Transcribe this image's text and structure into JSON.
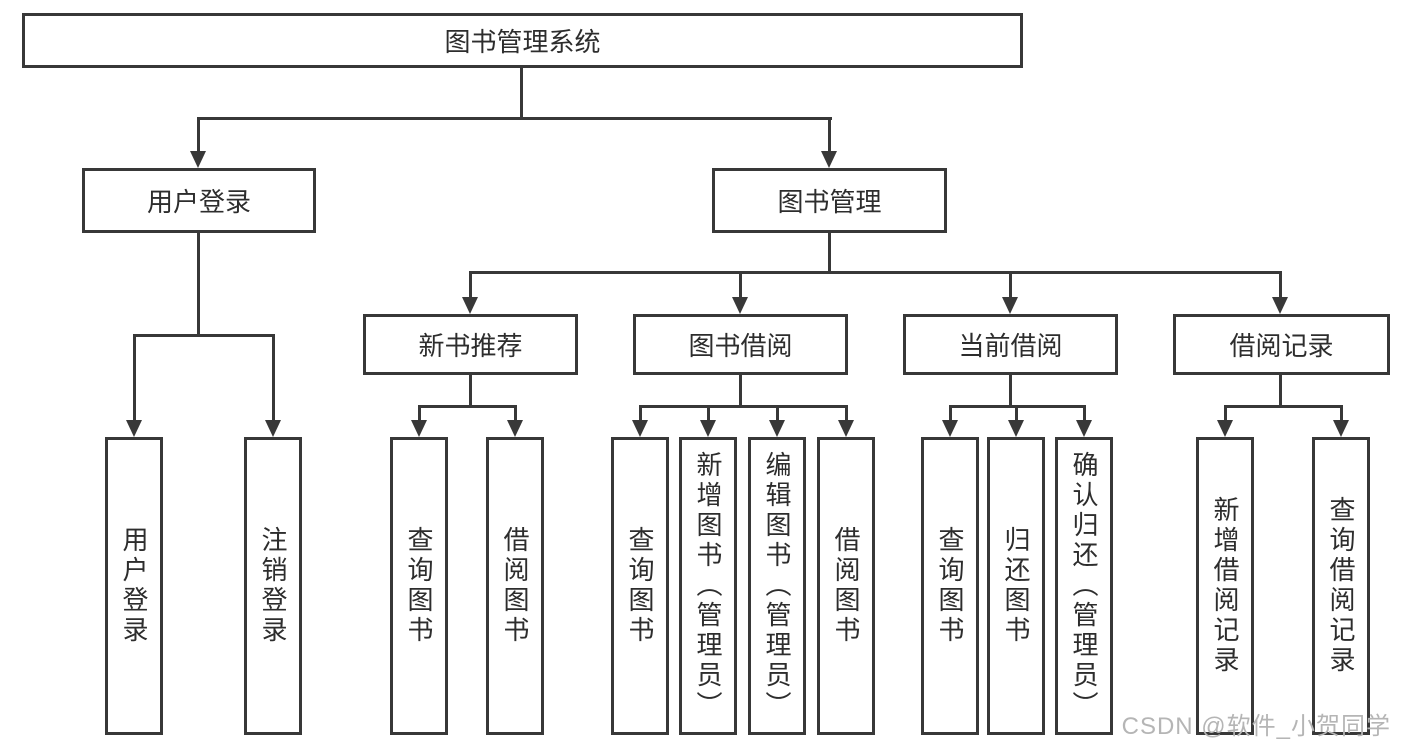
{
  "tree": {
    "root": {
      "label": "图书管理系统"
    },
    "children": [
      {
        "label": "用户登录",
        "children": [
          {
            "label": "用户登录"
          },
          {
            "label": "注销登录"
          }
        ]
      },
      {
        "label": "图书管理",
        "children": [
          {
            "label": "新书推荐",
            "children": [
              {
                "label": "查询图书"
              },
              {
                "label": "借阅图书"
              }
            ]
          },
          {
            "label": "图书借阅",
            "children": [
              {
                "label": "查询图书"
              },
              {
                "label": "新增图书（管理员）"
              },
              {
                "label": "编辑图书（管理员）"
              },
              {
                "label": "借阅图书"
              }
            ]
          },
          {
            "label": "当前借阅",
            "children": [
              {
                "label": "查询图书"
              },
              {
                "label": "归还图书"
              },
              {
                "label": "确认归还（管理员）"
              }
            ]
          },
          {
            "label": "借阅记录",
            "children": [
              {
                "label": "新增借阅记录"
              },
              {
                "label": "查询借阅记录"
              }
            ]
          }
        ]
      }
    ]
  },
  "watermark": {
    "text": "CSDN @软件_小贺同学"
  },
  "colors": {
    "line": "#383838",
    "text": "#2d2d2d",
    "watermark": "#b5b5b5",
    "background": "#ffffff"
  }
}
